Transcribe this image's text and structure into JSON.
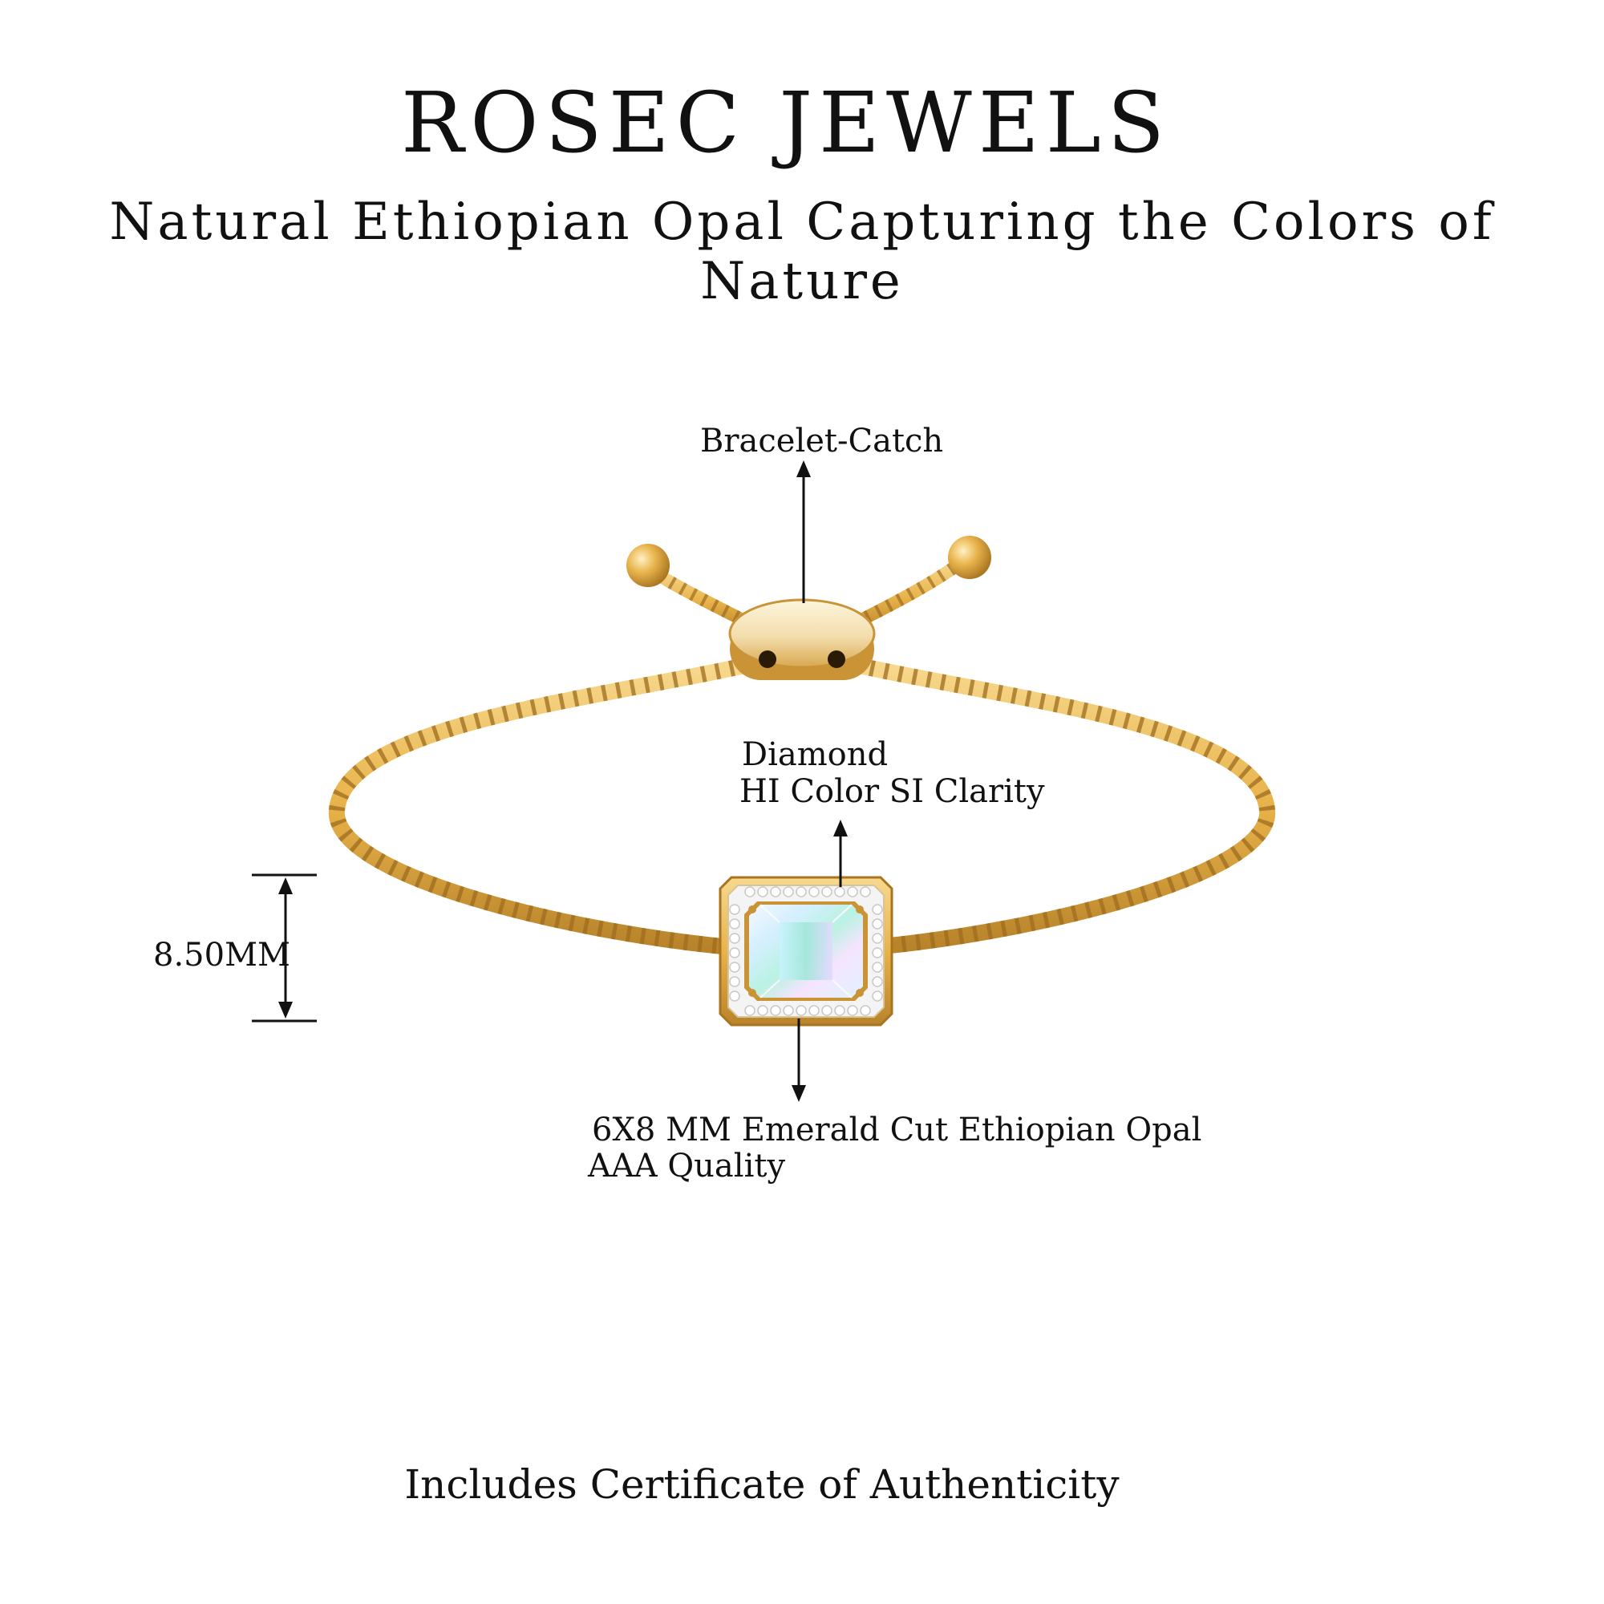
{
  "header": {
    "brand": "ROSEC JEWELS",
    "tagline": "Natural Ethiopian Opal Capturing the Colors of Nature"
  },
  "callouts": {
    "catch": "Bracelet-Catch",
    "diamond_line1": "Diamond",
    "diamond_line2": "HI Color SI Clarity",
    "height": "8.50MM",
    "opal_line1": "6X8 MM Emerald Cut Ethiopian Opal",
    "opal_line2": "AAA Quality"
  },
  "footer": {
    "certificate": "Includes Certificate of Authenticity"
  },
  "colors": {
    "gold": "#e8b34a",
    "gold_dark": "#b9832a",
    "gold_light": "#f6d48a",
    "ink": "#111111"
  }
}
